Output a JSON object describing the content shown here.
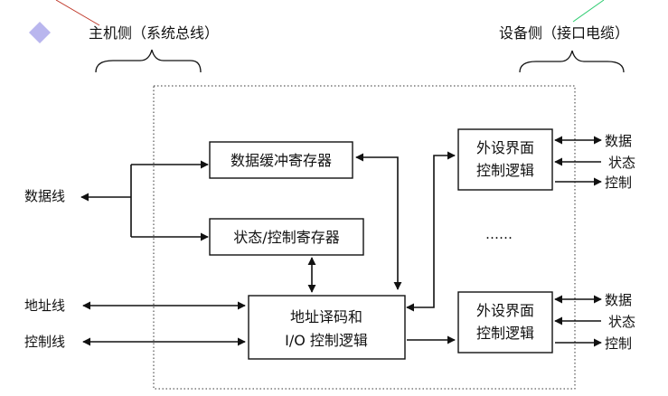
{
  "header": {
    "host_side": "主机侧（系统总线）",
    "device_side": "设备侧（接口电缆）"
  },
  "signals_left": {
    "data_bus": "数据线",
    "address_bus": "地址线",
    "control_bus": "控制线"
  },
  "registers": {
    "data_buffer": "数据缓冲寄存器",
    "status_control": "状态/控制寄存器"
  },
  "decoder": {
    "line1": "地址译码和",
    "line2": "I/O 控制逻辑"
  },
  "device_top": {
    "line1": "外设界面",
    "line2": "控制逻辑",
    "signals": {
      "data": "数据",
      "status": "状态",
      "control": "控制"
    }
  },
  "device_bottom": {
    "line1": "外设界面",
    "line2": "控制逻辑",
    "signals": {
      "data": "数据",
      "status": "状态",
      "control": "控制"
    }
  },
  "ellipsis": "……",
  "colors": {
    "bullet": "#b9b6ee",
    "corner_left": "#c0392b",
    "corner_right": "#2ecc71"
  }
}
